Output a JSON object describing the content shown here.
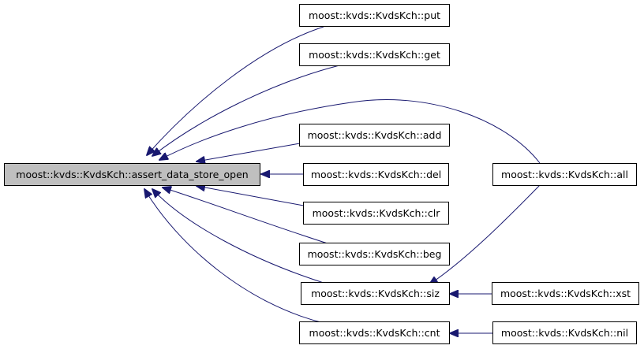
{
  "colors": {
    "root_fill": "#bfbfbf",
    "node_fill": "#ffffff",
    "node_border": "#000000",
    "edge": "#191970"
  },
  "graph": {
    "root": {
      "id": "assert_data_store_open",
      "label": "moost::kvds::KvdsKch::assert_data_store_open"
    },
    "nodes": [
      {
        "id": "put",
        "label": "moost::kvds::KvdsKch::put"
      },
      {
        "id": "get",
        "label": "moost::kvds::KvdsKch::get"
      },
      {
        "id": "add",
        "label": "moost::kvds::KvdsKch::add"
      },
      {
        "id": "del",
        "label": "moost::kvds::KvdsKch::del"
      },
      {
        "id": "clr",
        "label": "moost::kvds::KvdsKch::clr"
      },
      {
        "id": "beg",
        "label": "moost::kvds::KvdsKch::beg"
      },
      {
        "id": "siz",
        "label": "moost::kvds::KvdsKch::siz"
      },
      {
        "id": "cnt",
        "label": "moost::kvds::KvdsKch::cnt"
      },
      {
        "id": "all",
        "label": "moost::kvds::KvdsKch::all"
      },
      {
        "id": "xst",
        "label": "moost::kvds::KvdsKch::xst"
      },
      {
        "id": "nil",
        "label": "moost::kvds::KvdsKch::nil"
      }
    ],
    "edges": [
      {
        "from": "put",
        "to": "assert_data_store_open"
      },
      {
        "from": "get",
        "to": "assert_data_store_open"
      },
      {
        "from": "all",
        "to": "assert_data_store_open"
      },
      {
        "from": "add",
        "to": "assert_data_store_open"
      },
      {
        "from": "del",
        "to": "assert_data_store_open"
      },
      {
        "from": "clr",
        "to": "assert_data_store_open"
      },
      {
        "from": "beg",
        "to": "assert_data_store_open"
      },
      {
        "from": "siz",
        "to": "assert_data_store_open"
      },
      {
        "from": "cnt",
        "to": "assert_data_store_open"
      },
      {
        "from": "all",
        "to": "siz"
      },
      {
        "from": "xst",
        "to": "siz"
      },
      {
        "from": "nil",
        "to": "cnt"
      }
    ]
  }
}
